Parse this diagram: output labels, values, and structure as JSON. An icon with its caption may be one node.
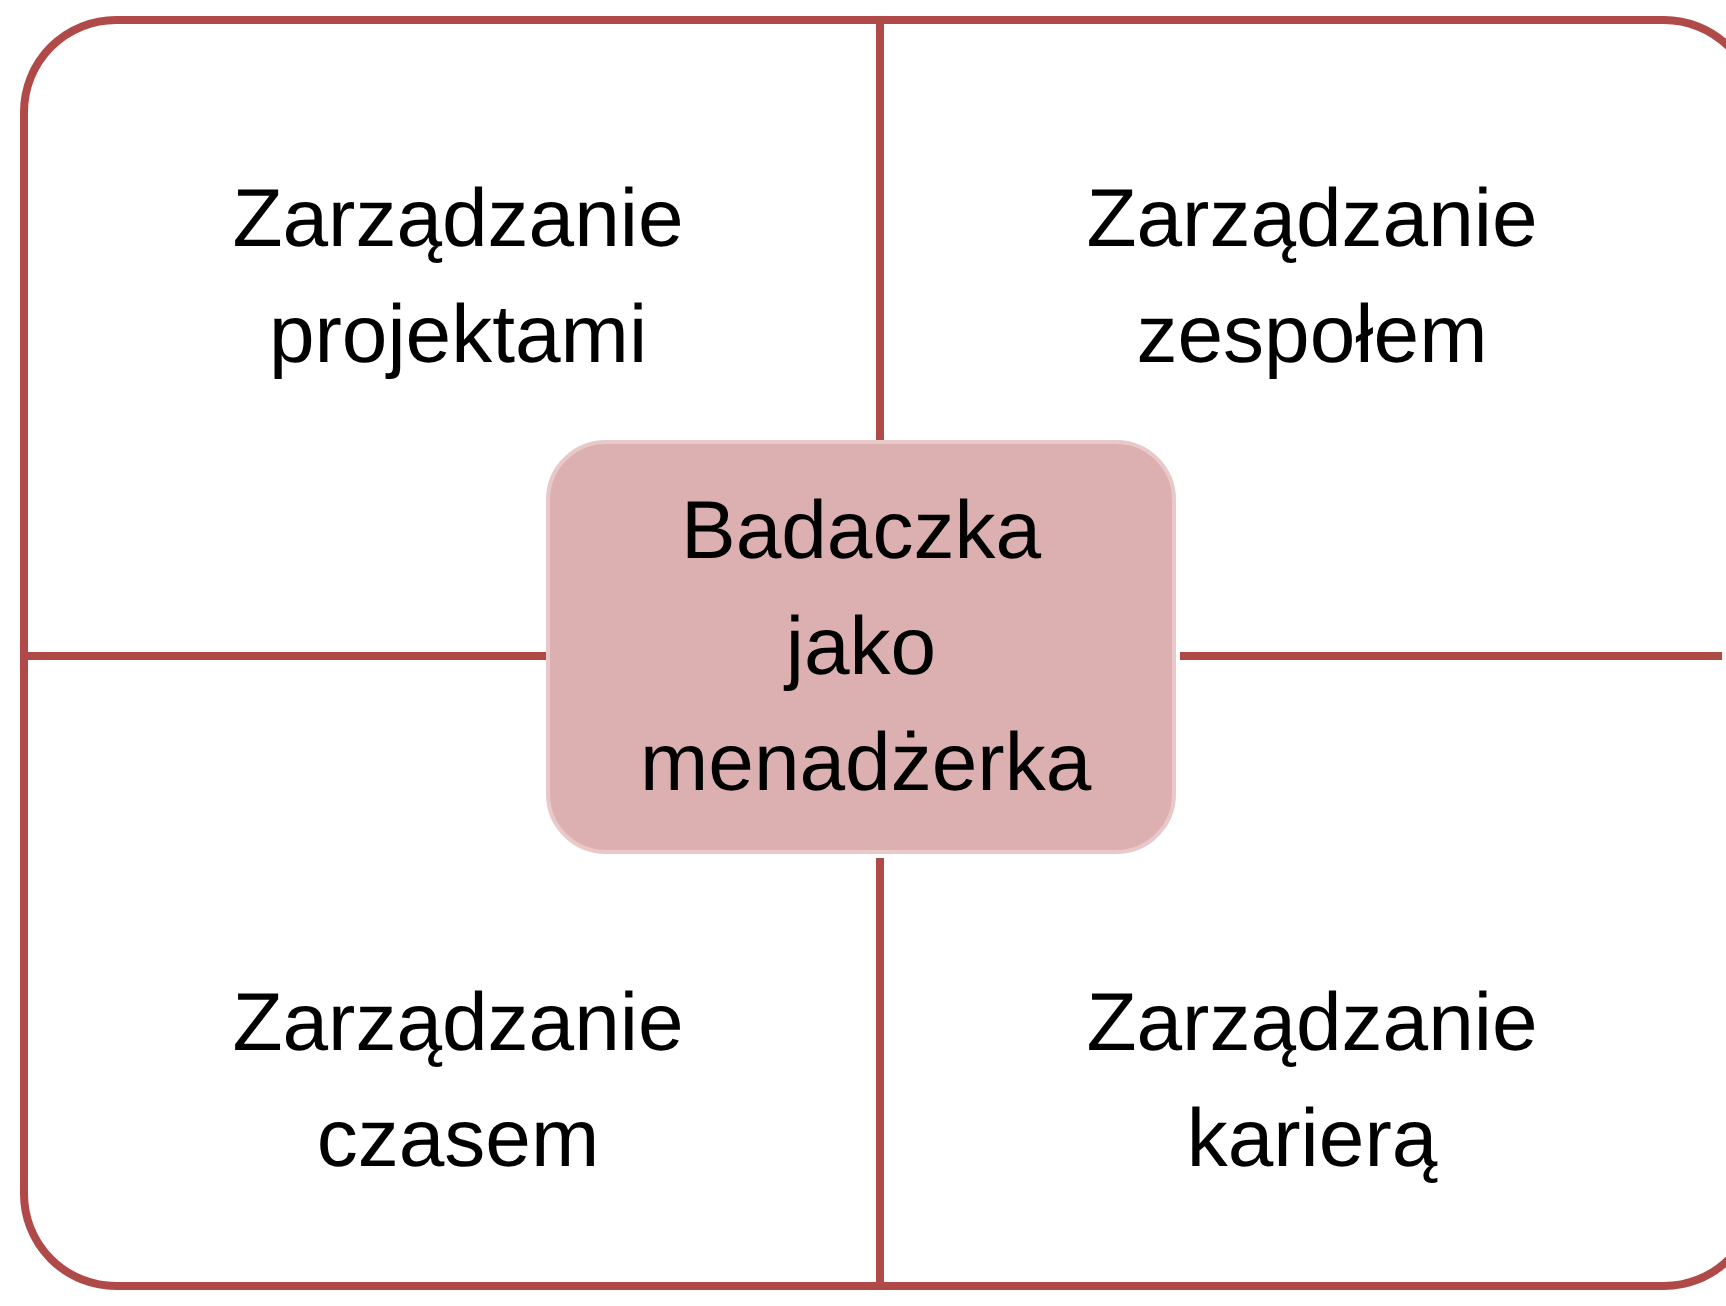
{
  "diagram": {
    "nodes": [
      {
        "text": [
          "Zarządzanie projektami",
          "Zarządzanie zespołem",
          "Zarządzanie czasem",
          "Zarządzanie karierą"
        ]
      },
      {
        "text": [
          "Badaczka jako menadżerka"
        ],
        "in": 0
      }
    ]
  }
}
